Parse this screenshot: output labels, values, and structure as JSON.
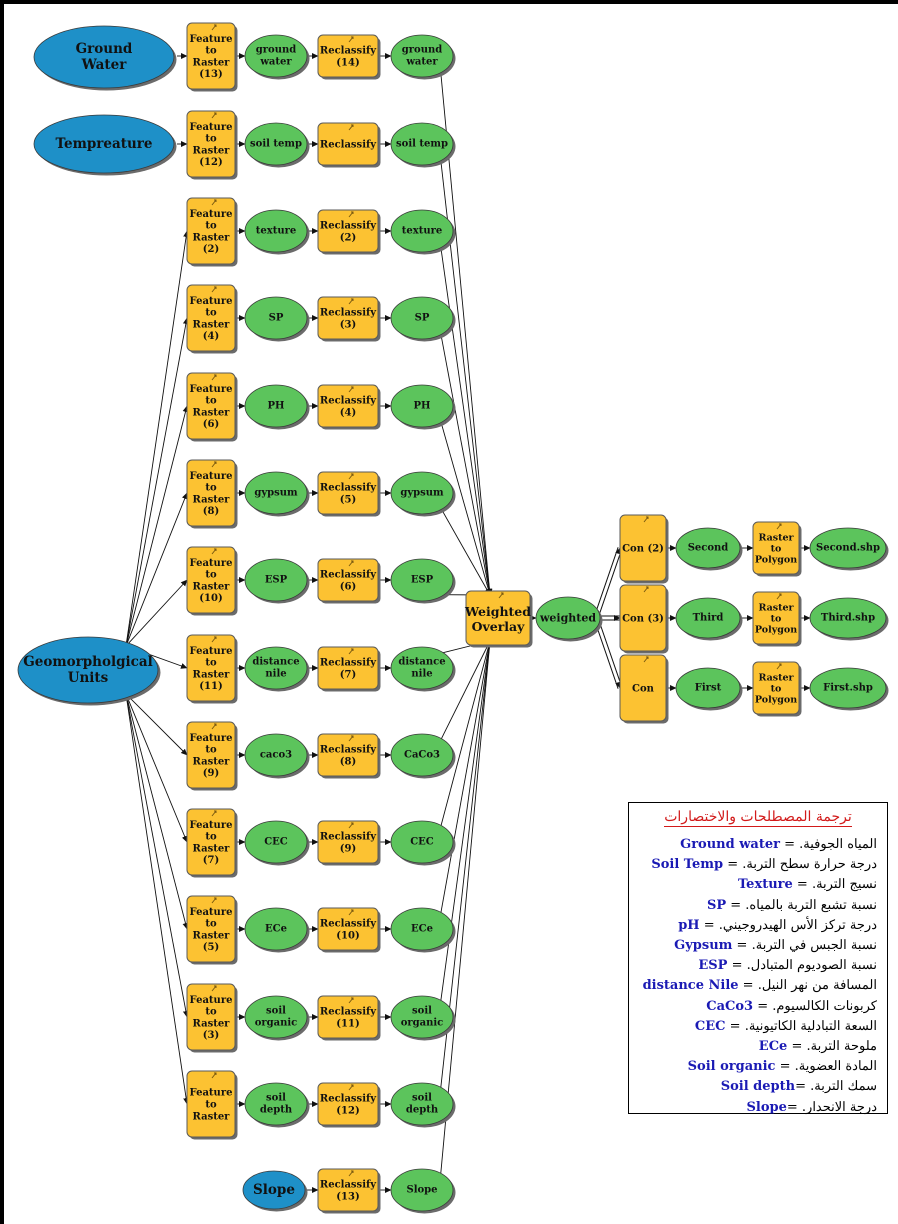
{
  "inputs": [
    {
      "id": "gw_in",
      "label": [
        "Ground",
        "Water"
      ]
    },
    {
      "id": "temp_in",
      "label": [
        "Tempreature"
      ]
    },
    {
      "id": "geo_in",
      "label": [
        "Geomorpholgical",
        "Units"
      ]
    },
    {
      "id": "slope_in",
      "label": [
        "Slope"
      ]
    }
  ],
  "rows": [
    {
      "f2r": [
        "Feature",
        "to",
        "Raster",
        "(13)"
      ],
      "raster": [
        "ground",
        "water"
      ],
      "reclass": [
        "Reclassify",
        "(14)"
      ],
      "out": [
        "ground",
        "water"
      ]
    },
    {
      "f2r": [
        "Feature",
        "to",
        "Raster",
        "(12)"
      ],
      "raster": [
        "soil temp"
      ],
      "reclass": [
        "Reclassify"
      ],
      "out": [
        "soil temp"
      ]
    },
    {
      "f2r": [
        "Feature",
        "to",
        "Raster",
        "(2)"
      ],
      "raster": [
        "texture"
      ],
      "reclass": [
        "Reclassify",
        "(2)"
      ],
      "out": [
        "texture"
      ]
    },
    {
      "f2r": [
        "Feature",
        "to",
        "Raster",
        "(4)"
      ],
      "raster": [
        "SP"
      ],
      "reclass": [
        "Reclassify",
        "(3)"
      ],
      "out": [
        "SP"
      ]
    },
    {
      "f2r": [
        "Feature",
        "to",
        "Raster",
        "(6)"
      ],
      "raster": [
        "PH"
      ],
      "reclass": [
        "Reclassify",
        "(4)"
      ],
      "out": [
        "PH"
      ]
    },
    {
      "f2r": [
        "Feature",
        "to",
        "Raster",
        "(8)"
      ],
      "raster": [
        "gypsum"
      ],
      "reclass": [
        "Reclassify",
        "(5)"
      ],
      "out": [
        "gypsum"
      ]
    },
    {
      "f2r": [
        "Feature",
        "to",
        "Raster",
        "(10)"
      ],
      "raster": [
        "ESP"
      ],
      "reclass": [
        "Reclassify",
        "(6)"
      ],
      "out": [
        "ESP"
      ]
    },
    {
      "f2r": [
        "Feature",
        "to",
        "Raster",
        "(11)"
      ],
      "raster": [
        "distance",
        "nile"
      ],
      "reclass": [
        "Reclassify",
        "(7)"
      ],
      "out": [
        "distance",
        "nile"
      ]
    },
    {
      "f2r": [
        "Feature",
        "to",
        "Raster",
        "(9)"
      ],
      "raster": [
        "caco3"
      ],
      "reclass": [
        "Reclassify",
        "(8)"
      ],
      "out": [
        "CaCo3"
      ]
    },
    {
      "f2r": [
        "Feature",
        "to",
        "Raster",
        "(7)"
      ],
      "raster": [
        "CEC"
      ],
      "reclass": [
        "Reclassify",
        "(9)"
      ],
      "out": [
        "CEC"
      ]
    },
    {
      "f2r": [
        "Feature",
        "to",
        "Raster",
        "(5)"
      ],
      "raster": [
        "ECe"
      ],
      "reclass": [
        "Reclassify",
        "(10)"
      ],
      "out": [
        "ECe"
      ]
    },
    {
      "f2r": [
        "Feature",
        "to",
        "Raster",
        "(3)"
      ],
      "raster": [
        "soil",
        "organic"
      ],
      "reclass": [
        "Reclassify",
        "(11)"
      ],
      "out": [
        "soil",
        "organic"
      ]
    },
    {
      "f2r": [
        "Feature",
        "to",
        "Raster"
      ],
      "raster": [
        "soil",
        "depth"
      ],
      "reclass": [
        "Reclassify",
        "(12)"
      ],
      "out": [
        "soil",
        "depth"
      ]
    },
    {
      "f2r": null,
      "raster": null,
      "reclass": [
        "Reclassify",
        "(13)"
      ],
      "out": [
        "Slope"
      ]
    }
  ],
  "overlay": {
    "label": [
      "Weighted",
      "Overlay"
    ]
  },
  "weighted": {
    "label": [
      "weighted"
    ]
  },
  "outputs": [
    {
      "con": [
        "Con (2)"
      ],
      "raster": [
        "Second"
      ],
      "tool": [
        "Raster",
        "to",
        "Polygon"
      ],
      "shp": [
        "Second.shp"
      ]
    },
    {
      "con": [
        "Con (3)"
      ],
      "raster": [
        "Third"
      ],
      "tool": [
        "Raster",
        "to",
        "Polygon"
      ],
      "shp": [
        "Third.shp"
      ]
    },
    {
      "con": [
        "Con"
      ],
      "raster": [
        "First"
      ],
      "tool": [
        "Raster",
        "to",
        "Polygon"
      ],
      "shp": [
        "First.shp"
      ]
    }
  ],
  "colors": {
    "input": "#1e90c8",
    "process": "#fcc232",
    "data": "#5cc45c",
    "legend_title": "#d21a1a",
    "legend_term": "#1a1ab4"
  },
  "legend": {
    "title": "ترجمة المصطلحات والاختصارات",
    "rows": [
      {
        "term": "Ground water",
        "sep": " = ",
        "text": "المياه الجوفية."
      },
      {
        "term": "Soil Temp",
        "sep": " = ",
        "text": "درجة حرارة سطح التربة."
      },
      {
        "term": "Texture",
        "sep": " = ",
        "text": "نسيج التربة."
      },
      {
        "term": "SP",
        "sep": " = ",
        "text": "نسبة تشبع التربة بالمياه."
      },
      {
        "term": "pH",
        "sep": " = ",
        "text": "درجة تركز الأس الهيدروجيني."
      },
      {
        "term": "Gypsum",
        "sep": " = ",
        "text": "نسبة الجبس في التربة."
      },
      {
        "term": "ESP",
        "sep": " = ",
        "text": "نسبة الصوديوم المتبادل."
      },
      {
        "term": "distance Nile",
        "sep": " = ",
        "text": "المسافة من نهر النيل."
      },
      {
        "term": "CaCo3",
        "sep": " = ",
        "text": "كربونات الكالسيوم."
      },
      {
        "term": "CEC",
        "sep": " = ",
        "text": "السعة التبادلية الكاتيونية."
      },
      {
        "term": "ECe",
        "sep": " = ",
        "text": "ملوحة التربة."
      },
      {
        "term": "Soil organic",
        "sep": " = ",
        "text": "المادة العضوية."
      },
      {
        "term": "Soil depth",
        "sep": "= ",
        "text": "سمك التربة."
      },
      {
        "term": "Slope",
        "sep": "= ",
        "text": "درجة الانحدار."
      }
    ]
  }
}
